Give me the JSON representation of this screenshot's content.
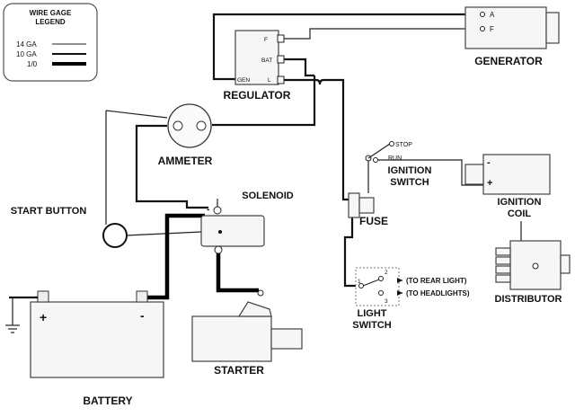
{
  "legend": {
    "title_line1": "WIRE GAGE",
    "title_line2": "LEGEND",
    "items": [
      {
        "label": "14 GA"
      },
      {
        "label": "10 GA"
      },
      {
        "label": "1/0"
      }
    ]
  },
  "components": {
    "generator": "GENERATOR",
    "regulator": "REGULATOR",
    "ammeter": "AMMETER",
    "solenoid": "SOLENOID",
    "start_button": "START BUTTON",
    "battery": "BATTERY",
    "starter": "STARTER",
    "ignition_switch_line1": "IGNITION",
    "ignition_switch_line2": "SWITCH",
    "ignition_coil_line1": "IGNITION",
    "ignition_coil_line2": "COIL",
    "fuse": "FUSE",
    "distributor": "DISTRIBUTOR",
    "light_switch_line1": "LIGHT",
    "light_switch_line2": "SWITCH"
  },
  "terminals": {
    "gen_a": "A",
    "gen_f": "F",
    "reg_f": "F",
    "reg_bat": "BAT",
    "reg_gen": "GEN",
    "reg_l": "L",
    "ign_stop": "STOP",
    "ign_run": "RUN",
    "coil_minus": "-",
    "coil_plus": "+",
    "batt_plus": "+",
    "batt_minus": "-",
    "sol_minus": "-",
    "ls_1": "1",
    "ls_2": "2",
    "ls_3": "3"
  },
  "outputs": {
    "rear_light": "(TO REAR LIGHT)",
    "headlights": "(TO HEADLIGHTS)"
  }
}
